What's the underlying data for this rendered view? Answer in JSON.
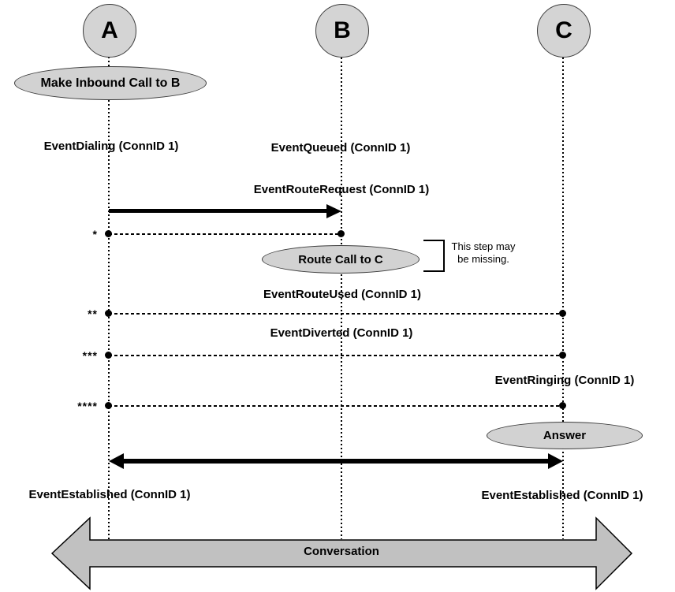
{
  "actors": {
    "a": "A",
    "b": "B",
    "c": "C"
  },
  "bubbles": {
    "make_inbound": "Make Inbound Call to B",
    "route_call": "Route Call to C",
    "answer": "Answer"
  },
  "events": {
    "dialing": "EventDialing (ConnID 1)",
    "queued": "EventQueued (ConnID 1)",
    "route_request": "EventRouteRequest (ConnID 1)",
    "route_used": "EventRouteUsed (ConnID 1)",
    "diverted": "EventDiverted (ConnID 1)",
    "ringing": "EventRinging (ConnID 1)",
    "established_left": "EventEstablished (ConnID 1)",
    "established_right": "EventEstablished (ConnID 1)"
  },
  "markers": {
    "step1": "*",
    "step2": "**",
    "step3": "***",
    "step4": "****"
  },
  "note": {
    "line1": "This step may",
    "line2": "be missing."
  },
  "conversation": {
    "label": "Conversation"
  },
  "colors": {
    "shape_fill": "#d4d4d4",
    "bubble_fill": "#d2d2d2",
    "conversation_arrow_fill": "#c1c1c1",
    "line": "#000000"
  }
}
